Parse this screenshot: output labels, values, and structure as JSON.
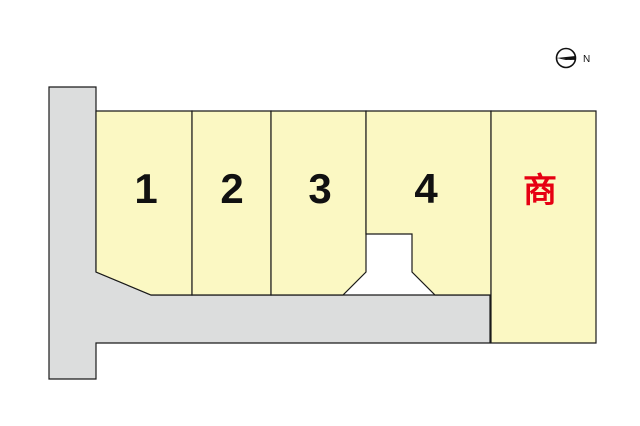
{
  "compass": {
    "north_label": "N",
    "icon": "north-arrow-icon"
  },
  "lots": [
    {
      "id": "lot-1",
      "label": "1"
    },
    {
      "id": "lot-2",
      "label": "2"
    },
    {
      "id": "lot-3",
      "label": "3"
    },
    {
      "id": "lot-4",
      "label": "4"
    }
  ],
  "commercial_lot": {
    "label": "商",
    "label_color": "#e60012"
  },
  "colors": {
    "lot_fill": "#fbf8c3",
    "road_fill": "#dcdddd",
    "outline": "#1a1a1a"
  }
}
